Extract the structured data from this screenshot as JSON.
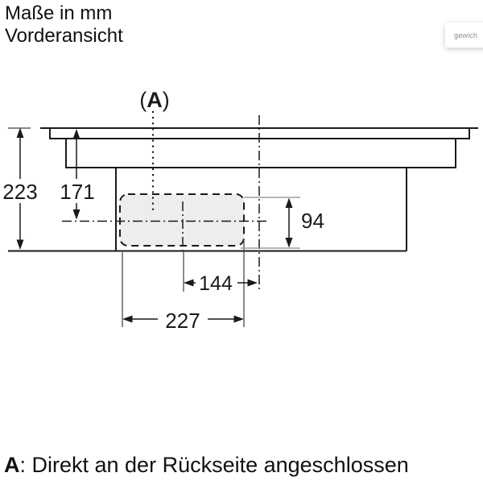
{
  "header": {
    "line1": "Maße in mm",
    "line2": "Vorderansicht"
  },
  "overlay_button": {
    "label": "gewich"
  },
  "diagram": {
    "marker_label": {
      "open": "(",
      "letter": "A",
      "close": ")"
    },
    "dimensions": {
      "total_height": "223",
      "height_to_center": "171",
      "duct_height": "94",
      "center_offset": "144",
      "duct_width": "227"
    },
    "colors": {
      "line": "#1a1a1a",
      "extension_gray": "#8c8c8c",
      "extension_dark": "#3d3d3d",
      "filter_fill": "#ededed",
      "background": "#ffffff"
    }
  },
  "footnote": {
    "bold": "A",
    "text": ": Direkt an der Rückseite angeschlossen"
  }
}
